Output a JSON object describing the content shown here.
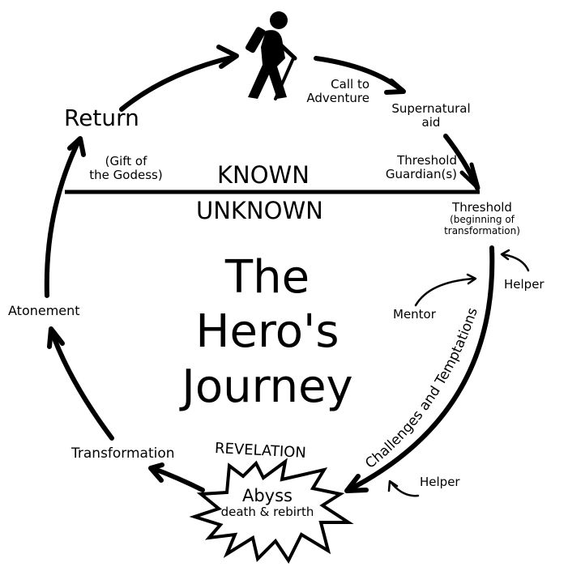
{
  "title": {
    "line1": "The",
    "line2": "Hero's",
    "line3": "Journey"
  },
  "divider": {
    "above": "KNOWN",
    "below": "UNKNOWN"
  },
  "stages": {
    "call_to_adventure": {
      "line1": "Call to",
      "line2": "Adventure"
    },
    "supernatural_aid": {
      "line1": "Supernatural",
      "line2": "aid"
    },
    "threshold_guardians": {
      "line1": "Threshold",
      "line2": "Guardian(s)"
    },
    "threshold": {
      "line1": "Threshold",
      "line2": "(beginning of",
      "line3": "transformation)"
    },
    "helper_top": "Helper",
    "mentor": "Mentor",
    "challenges": "Challenges and Temptations",
    "helper_bottom": "Helper",
    "revelation": "REVELATION",
    "abyss": {
      "line1": "Abyss",
      "line2": "death & rebirth"
    },
    "transformation": "Transformation",
    "atonement": "Atonement",
    "return": "Return",
    "gift": {
      "line1": "(Gift of",
      "line2": "the Godess)"
    }
  },
  "icons": {
    "hero": "hiker-icon"
  },
  "colors": {
    "ink": "#000000",
    "background": "#ffffff"
  }
}
